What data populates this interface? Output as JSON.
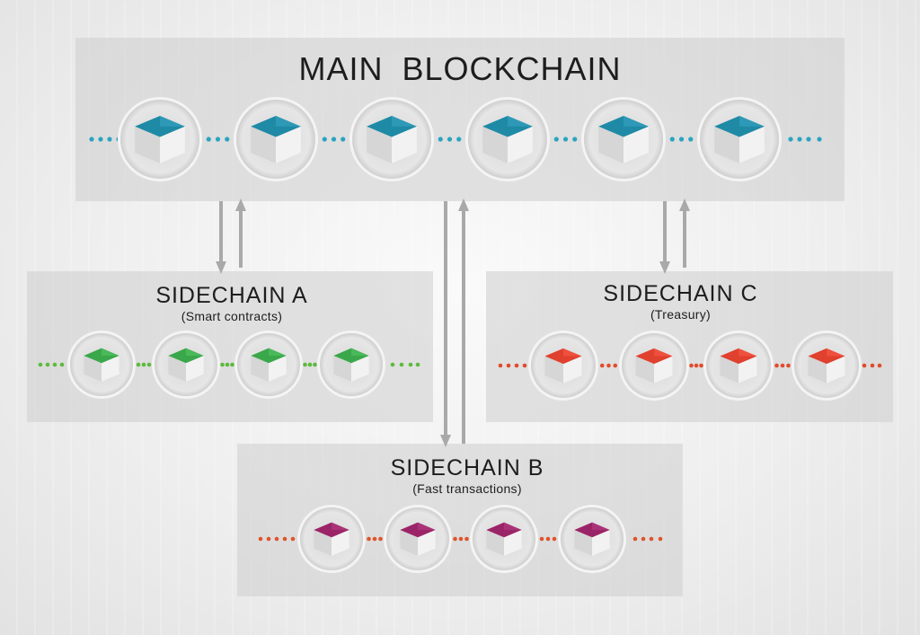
{
  "main_chain": {
    "title": "MAIN  BLOCKCHAIN",
    "block_count": 6,
    "cube_color": "#1f8aa6",
    "dot_color": "#2aa4c0"
  },
  "sidechains": [
    {
      "id": "a",
      "title": "SIDECHAIN A",
      "subtitle": "(Smart contracts)",
      "block_count": 4,
      "cube_color": "#3aa84a",
      "dot_color": "#5dba3c"
    },
    {
      "id": "b",
      "title": "SIDECHAIN B",
      "subtitle": "(Fast transactions)",
      "block_count": 4,
      "cube_color": "#9b2468",
      "dot_color": "#e0532b"
    },
    {
      "id": "c",
      "title": "SIDECHAIN C",
      "subtitle": "(Treasury)",
      "block_count": 4,
      "cube_color": "#e0402e",
      "dot_color": "#e24b2a"
    }
  ],
  "connections": [
    {
      "from": "main",
      "to": "a",
      "direction": "bidirectional"
    },
    {
      "from": "main",
      "to": "b",
      "direction": "bidirectional"
    },
    {
      "from": "main",
      "to": "c",
      "direction": "bidirectional"
    }
  ],
  "colors": {
    "panel": "#cdcdcd",
    "arrow": "#a9a9a9",
    "text": "#1d1d1d"
  }
}
